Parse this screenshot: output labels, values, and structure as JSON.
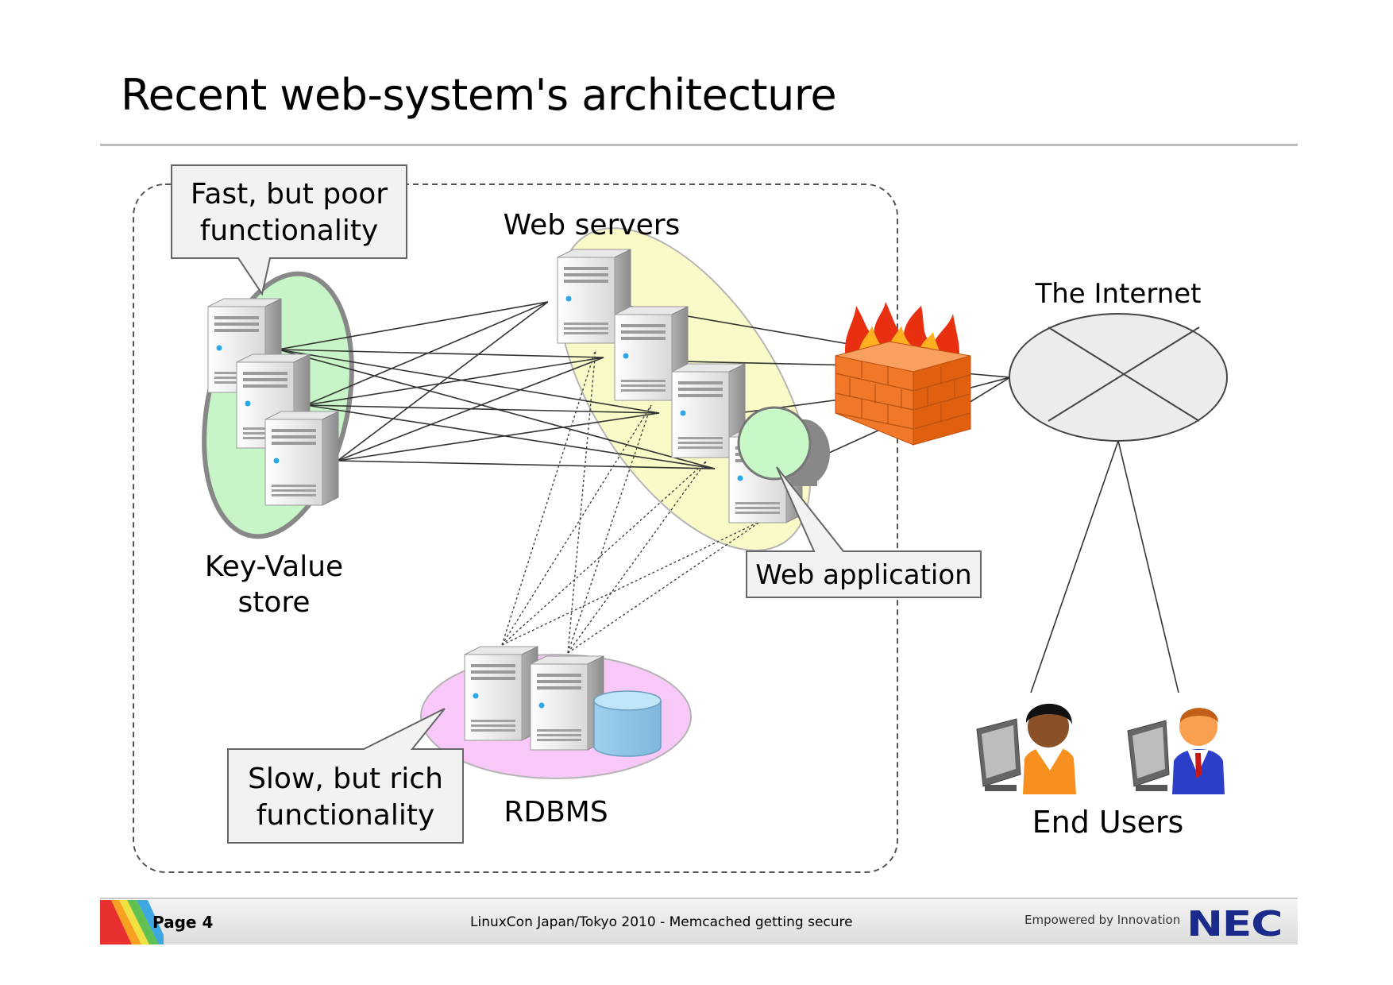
{
  "slide": {
    "title": "Recent web-system's architecture"
  },
  "diagram": {
    "web_servers_label": "Web servers",
    "internet_label": "The Internet",
    "kvs_label_line1": "Key-Value",
    "kvs_label_line2": "store",
    "rdbms_label": "RDBMS",
    "end_users_label": "End Users",
    "callouts": {
      "kvs_line1": "Fast, but poor",
      "kvs_line2": "functionality",
      "rdbms_line1": "Slow, but rich",
      "rdbms_line2": "functionality",
      "web_app": "Web application"
    },
    "colors": {
      "kvs_group": "#c8f5c8",
      "web_group": "#fafac8",
      "rdbms_group": "#f8c8f8",
      "firewall": "#f08030",
      "flames": "#e83010",
      "database": "#a8d8f0",
      "internet_cloud": "#ececec",
      "app_circle": "#c8f8c8"
    }
  },
  "footer": {
    "page": "Page 4",
    "center_text": "LinuxCon Japan/Tokyo 2010 - Memcached getting secure",
    "tagline": "Empowered by Innovation",
    "logo_text": "NEC"
  }
}
